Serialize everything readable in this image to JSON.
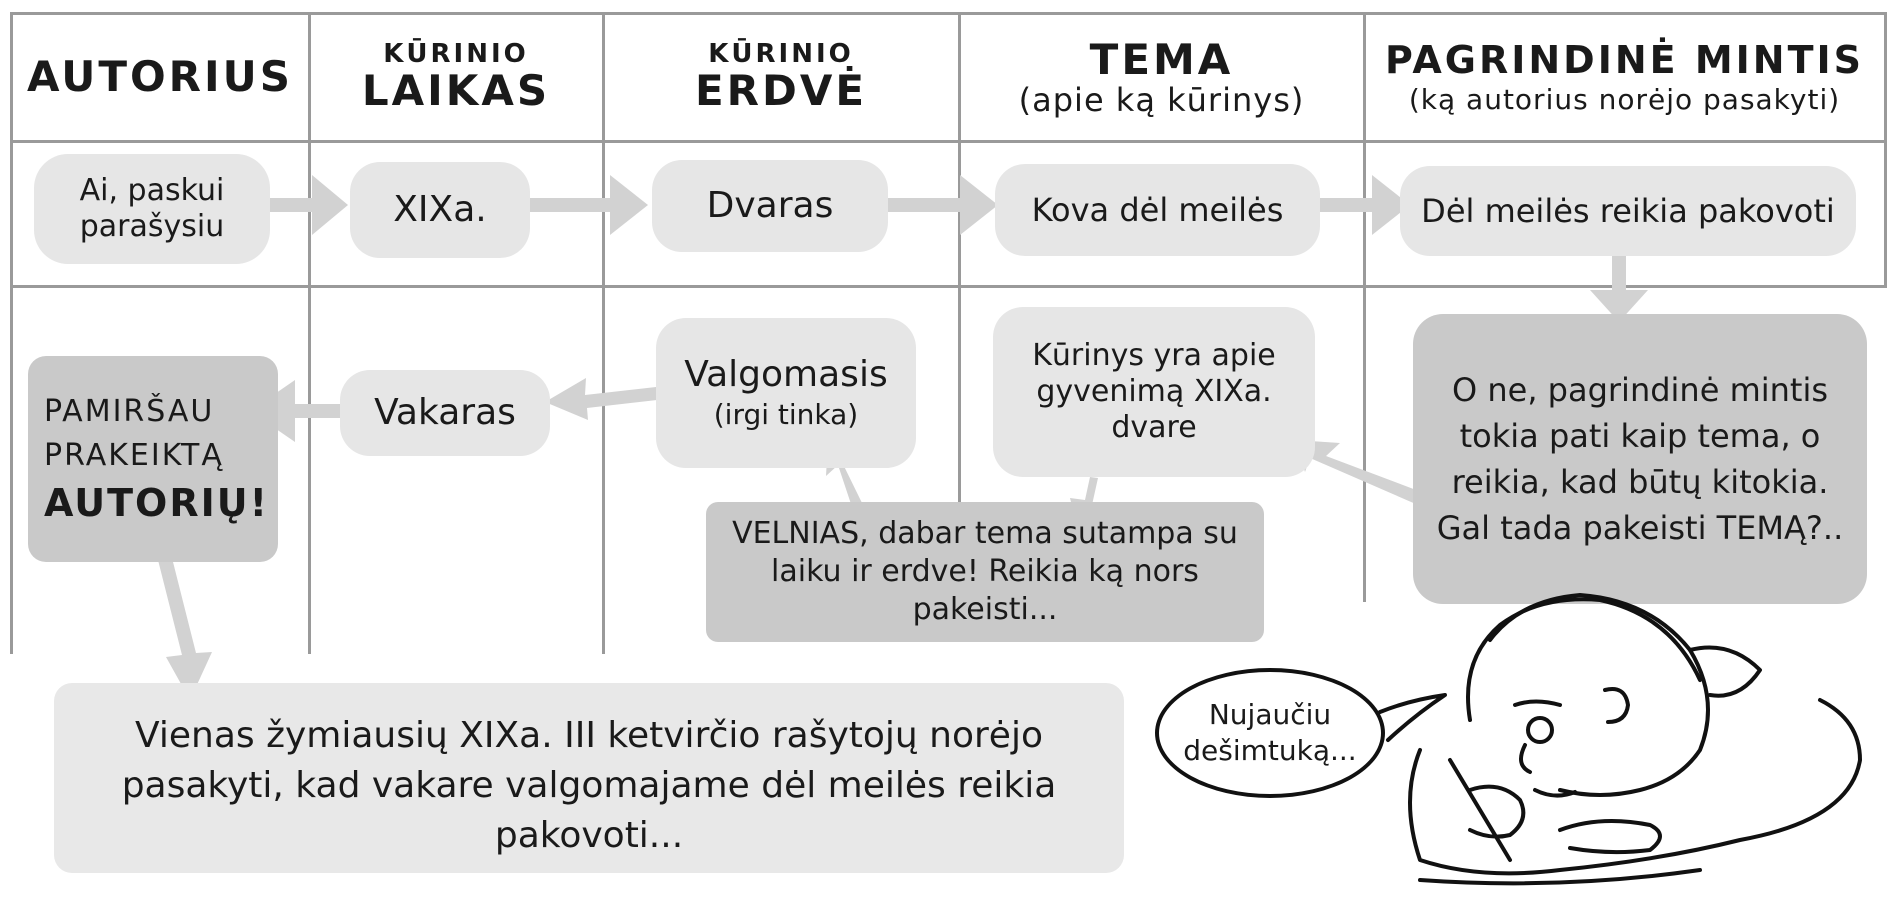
{
  "headers": {
    "autorius": "AUTORIUS",
    "laikas_small": "KŪRINIO",
    "laikas_big": "LAIKAS",
    "erdve_small": "KŪRINIO",
    "erdve_big": "ERDVĖ",
    "tema_big": "TEMA",
    "tema_sub": "(apie ką kūrinys)",
    "mintis_big": "PAGRINDINĖ MINTIS",
    "mintis_sub": "(ką autorius norėjo pasakyti)"
  },
  "row1": {
    "autorius": "Ai, paskui parašysiu",
    "laikas": "XIXa.",
    "erdve": "Dvaras",
    "tema": "Kova dėl meilės",
    "mintis": "Dėl meilės reikia pakovoti"
  },
  "row2": {
    "autorius_line1": "PAMIRŠAU",
    "autorius_line2": "PRAKEIKTĄ",
    "autorius_line3": "AUTORIŲ!",
    "laikas": "Vakaras",
    "erdve_main": "Valgomasis",
    "erdve_sub": "(irgi tinka)",
    "tema": "Kūrinys yra apie gyvenimą XIXa. dvare",
    "mintis": "O ne, pagrindinė mintis tokia pati kaip tema, o reikia, kad būtų kitokia. Gal tada pakeisti TEMĄ?.."
  },
  "velnias": "VELNIAS, dabar tema sutampa su laiku ir erdve! Reikia ką nors pakeisti...",
  "conclusion": "Vienas žymiausių XIXa. III ketvirčio rašytojų norėjo pasakyti, kad vakare valgomajame dėl meilės reikia pakovoti...",
  "speech": "Nujaučiu dešimtuką...",
  "colors": {
    "grid": "#9a9a9a",
    "light_box": "#e6e6e6",
    "dark_box": "#c9c9c9",
    "arrow": "#d2d2d2",
    "ink": "#1a1a1a"
  }
}
